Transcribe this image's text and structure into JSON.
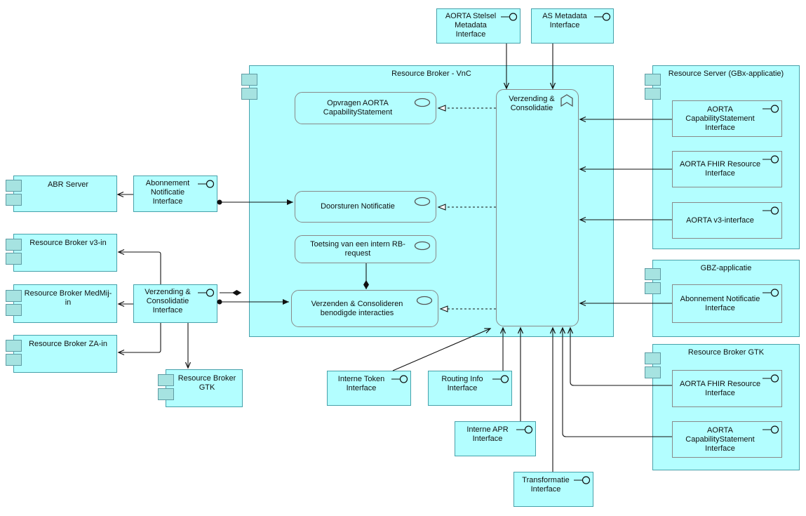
{
  "colors": {
    "node_fill": "#b3feff",
    "node_border_teal": "#47a1aa",
    "node_border_gray": "#898989",
    "component_icon_fill": "#a6e3e1",
    "line_color": "#111111"
  },
  "nodes": {
    "aorta_stelsel": "AORTA Stelsel Metadata Interface",
    "as_metadata": "AS Metadata Interface",
    "vnc": "Resource Broker - VnC",
    "opvragen": "Opvragen AORTA CapabilityStatement",
    "doorsturen": "Doorsturen Notificatie",
    "toetsing": "Toetsing van een intern RB-request",
    "verzenden": "Verzenden & Consolideren benodigde interacties",
    "functie": "Verzending & Consolidatie",
    "abr": "ABR Server",
    "abonnement_left": "Abonnement Notificatie Interface",
    "rb_v3": "Resource Broker v3-in",
    "rb_medmij": "Resource Broker MedMij-in",
    "rb_za": "Resource Broker ZA-in",
    "vc_interface": "Verzending & Consolidatie Interface",
    "rb_gtk_left": "Resource Broker GTK",
    "interne_token": "Interne Token Interface",
    "routing_info": "Routing Info Interface",
    "interne_apr": "Interne APR Interface",
    "transformatie": "Transformatie Interface",
    "resource_server": "Resource Server (GBx-applicatie)",
    "rs_cs": "AORTA CapabilityStatement Interface",
    "rs_fhir": "AORTA FHIR Resource Interface",
    "rs_v3": "AORTA v3-interface",
    "gbz": "GBZ-applicatie",
    "gbz_abonnement": "Abonnement Notificatie Interface",
    "rb_gtk_right": "Resource Broker GTK",
    "gtk_fhir": "AORTA FHIR Resource Interface",
    "gtk_cs": "AORTA CapabilityStatement Interface"
  },
  "edges": [
    {
      "from": "AORTA Stelsel Metadata Interface",
      "to": "Verzending & Consolidatie",
      "type": "serving"
    },
    {
      "from": "AS Metadata Interface",
      "to": "Verzending & Consolidatie",
      "type": "serving"
    },
    {
      "from": "Verzending & Consolidatie",
      "to": "Opvragen AORTA CapabilityStatement",
      "type": "realization"
    },
    {
      "from": "Verzending & Consolidatie",
      "to": "Doorsturen Notificatie",
      "type": "realization"
    },
    {
      "from": "Verzending & Consolidatie",
      "to": "Verzenden & Consolideren benodigde interacties",
      "type": "realization"
    },
    {
      "from": "Toetsing van een intern RB-request",
      "to": "Verzenden & Consolideren benodigde interacties",
      "type": "composition"
    },
    {
      "from": "Abonnement Notificatie Interface",
      "to": "ABR Server",
      "type": "serving"
    },
    {
      "from": "Abonnement Notificatie Interface",
      "to": "Doorsturen Notificatie",
      "type": "assembly"
    },
    {
      "from": "Verzending & Consolidatie Interface",
      "to": "Resource Broker v3-in",
      "type": "serving"
    },
    {
      "from": "Verzending & Consolidatie Interface",
      "to": "Resource Broker MedMij-in",
      "type": "serving"
    },
    {
      "from": "Verzending & Consolidatie Interface",
      "to": "Resource Broker ZA-in",
      "type": "serving"
    },
    {
      "from": "Verzending & Consolidatie Interface",
      "to": "Resource Broker GTK",
      "type": "serving"
    },
    {
      "from": "Verzending & Consolidatie Interface",
      "to": "Resource Broker - VnC",
      "type": "composition"
    },
    {
      "from": "Verzending & Consolidatie Interface",
      "to": "Verzenden & Consolideren benodigde interacties",
      "type": "assembly"
    },
    {
      "from": "Resource Server AORTA CapabilityStatement Interface",
      "to": "Verzending & Consolidatie",
      "type": "serving"
    },
    {
      "from": "Resource Server AORTA FHIR Resource Interface",
      "to": "Verzending & Consolidatie",
      "type": "serving"
    },
    {
      "from": "Resource Server AORTA v3-interface",
      "to": "Verzending & Consolidatie",
      "type": "serving"
    },
    {
      "from": "GBZ Abonnement Notificatie Interface",
      "to": "Verzending & Consolidatie",
      "type": "serving"
    },
    {
      "from": "Interne Token Interface",
      "to": "Verzending & Consolidatie",
      "type": "serving"
    },
    {
      "from": "Routing Info Interface",
      "to": "Verzending & Consolidatie",
      "type": "serving"
    },
    {
      "from": "Interne APR Interface",
      "to": "Verzending & Consolidatie",
      "type": "serving"
    },
    {
      "from": "Transformatie Interface",
      "to": "Verzending & Consolidatie",
      "type": "serving"
    },
    {
      "from": "Resource Broker GTK AORTA FHIR Resource Interface",
      "to": "Verzending & Consolidatie",
      "type": "serving"
    },
    {
      "from": "Resource Broker GTK AORTA CapabilityStatement Interface",
      "to": "Verzending & Consolidatie",
      "type": "serving"
    }
  ]
}
